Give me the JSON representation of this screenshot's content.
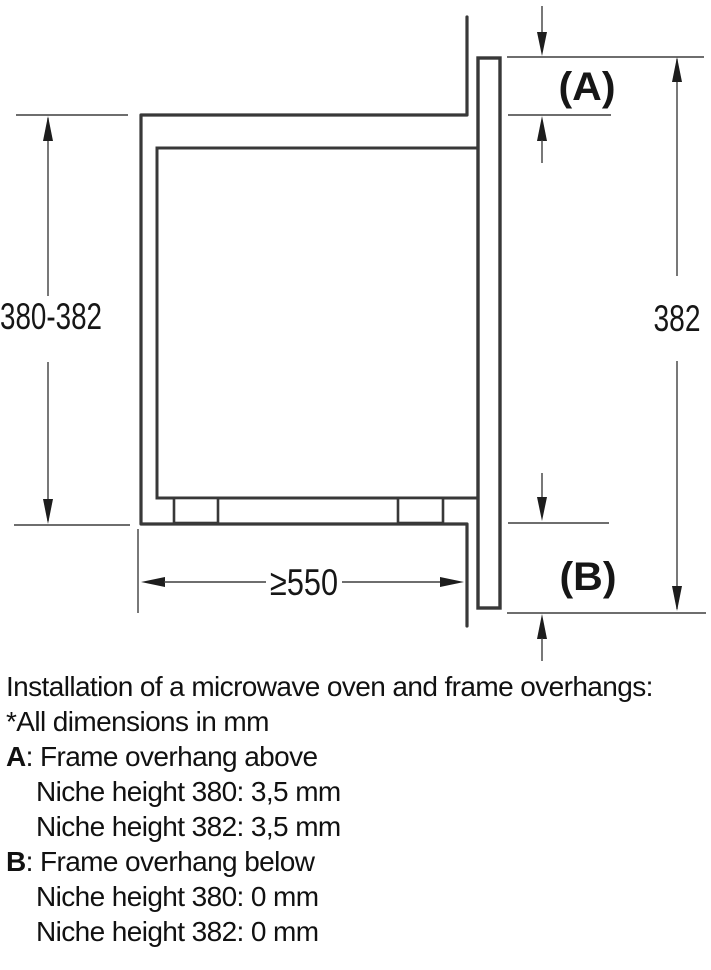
{
  "diagram": {
    "niche_height_range": "380-382",
    "frame_height": "382",
    "min_depth": "≥550",
    "overhang_above_label": "(A)",
    "overhang_below_label": "(B)"
  },
  "notes": {
    "title": "Installation of a microwave oven and frame overhangs:",
    "units_note": "*All dimensions in mm",
    "item_a": {
      "key": "A",
      "heading": ": Frame overhang above",
      "lines": [
        "Niche height 380: 3,5 mm",
        "Niche height 382: 3,5 mm"
      ]
    },
    "item_b": {
      "key": "B",
      "heading": ": Frame overhang below",
      "lines": [
        "Niche height 380: 0 mm",
        "Niche height 382: 0 mm"
      ]
    }
  },
  "colors": {
    "outline": "#383838",
    "dimension": "#3f3f3f",
    "text": "#111111",
    "background": "#ffffff"
  }
}
